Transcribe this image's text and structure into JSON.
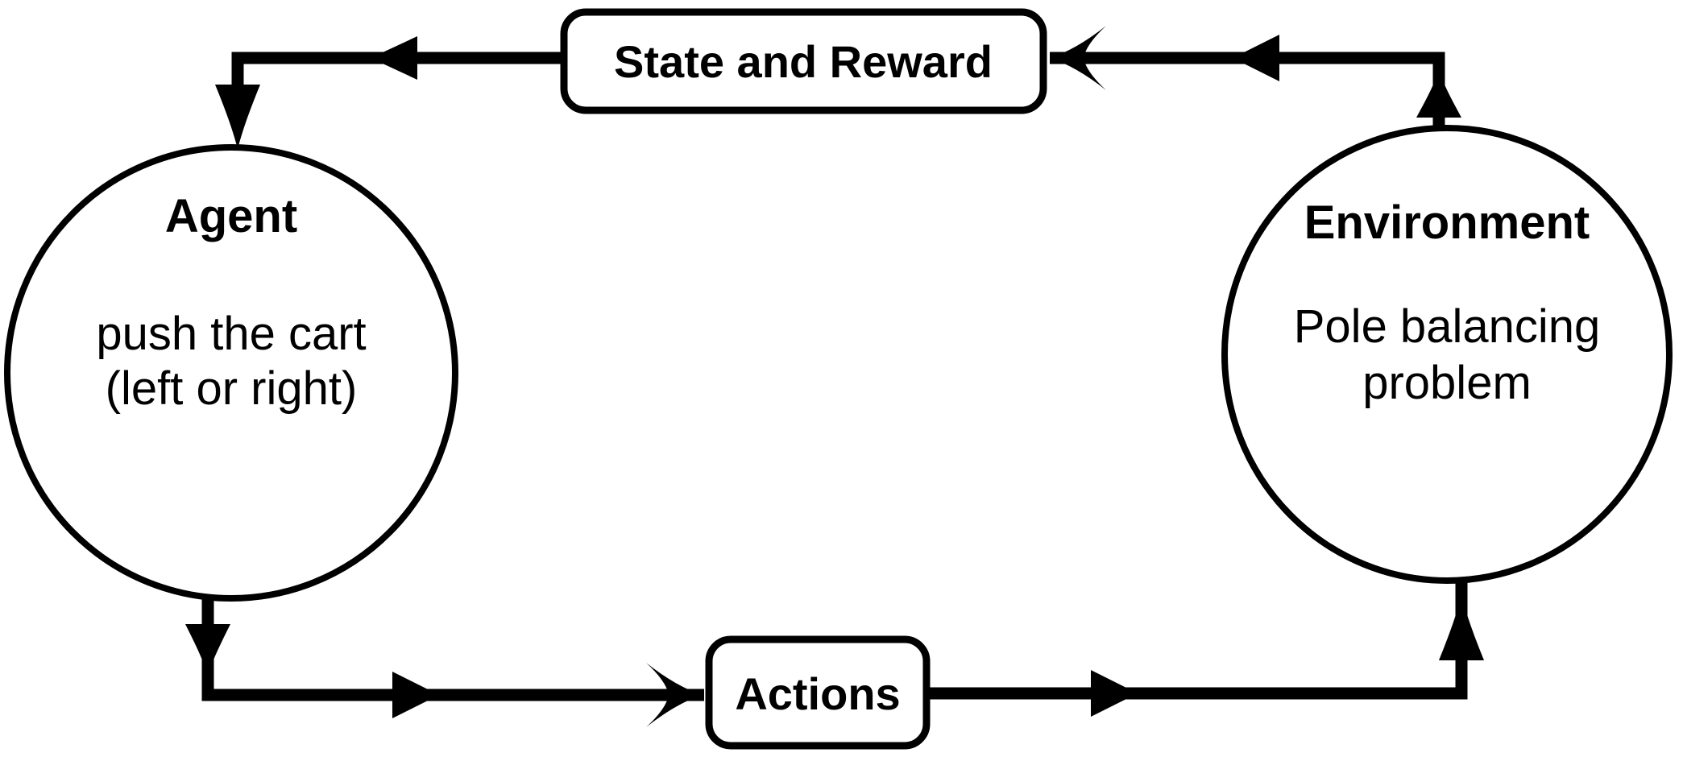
{
  "diagram": {
    "type": "reinforcement-learning-feedback-loop",
    "colors": {
      "ink": "#000000",
      "background": "#ffffff"
    },
    "boxes": {
      "state_reward": {
        "label": "State and Reward"
      },
      "actions": {
        "label": "Actions"
      }
    },
    "nodes": {
      "agent": {
        "title": "Agent",
        "desc_line1": "push the cart",
        "desc_line2": "(left or right)"
      },
      "environment": {
        "title": "Environment",
        "desc_line1": "Pole balancing",
        "desc_line2": "problem"
      }
    },
    "arrows": [
      {
        "name": "environment-to-state-reward"
      },
      {
        "name": "state-reward-to-agent"
      },
      {
        "name": "agent-to-actions"
      },
      {
        "name": "actions-to-environment"
      }
    ]
  }
}
